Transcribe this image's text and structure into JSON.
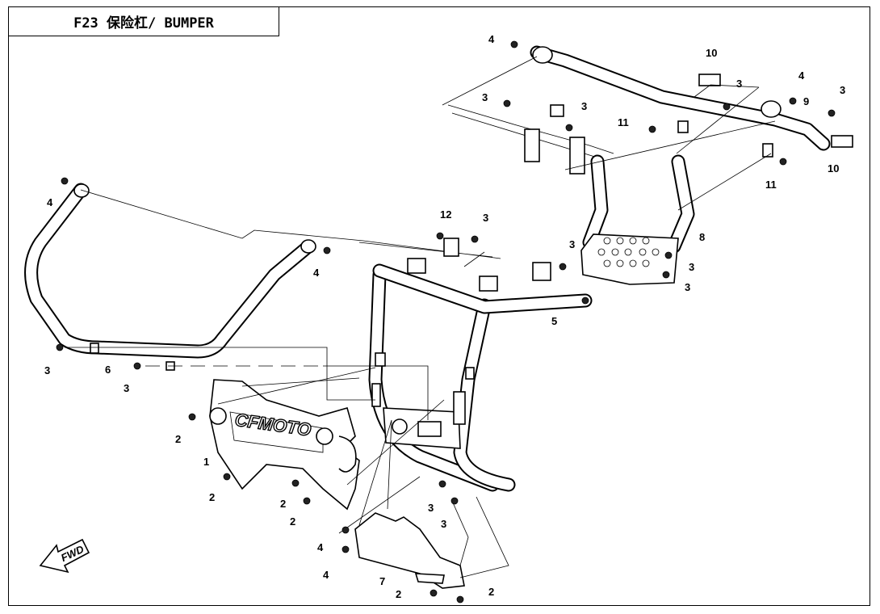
{
  "title": "F23 保险杠/ BUMPER",
  "brand_logo_text": "CFMOTO",
  "fwd_label": "FWD",
  "callouts": [
    "1",
    "2",
    "3",
    "4",
    "5",
    "6",
    "7",
    "8",
    "9",
    "10",
    "11",
    "12"
  ]
}
